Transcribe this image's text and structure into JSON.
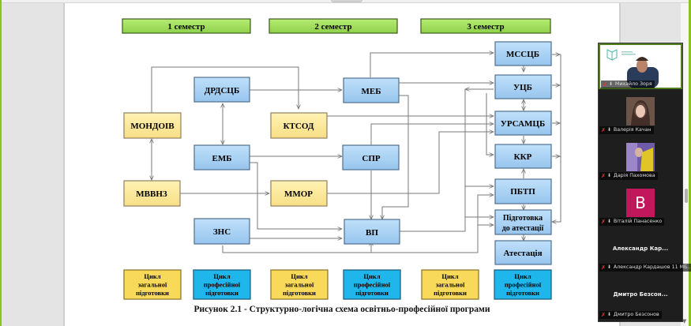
{
  "document": {
    "semesters": [
      "1 семестр",
      "2 семестр",
      "3 семестр"
    ],
    "nodes": {
      "mondoiv": "МОНДОІВ",
      "drdscb": "ДРДСЦБ",
      "ktsod": "КТСОД",
      "meb": "МЕБ",
      "emb": "ЕМБ",
      "spr": "СПР",
      "mvvnz": "МВВНЗ",
      "mmor": "ММОР",
      "zns": "ЗНС",
      "vp": "ВП",
      "msscb": "МССЦБ",
      "ucb": "УЦБ",
      "ursamcb": "УРСАМЦБ",
      "kkr": "ККР",
      "pbtp": "ПБТП",
      "prep_line1": "Підготовка",
      "prep_line2": "до атестації",
      "atest": "Атестація"
    },
    "legend": [
      {
        "type": "general",
        "lines": [
          "Цикл",
          "загальної",
          "підготовки"
        ]
      },
      {
        "type": "professional",
        "lines": [
          "Цикл",
          "професійної",
          "підготовки"
        ]
      },
      {
        "type": "general",
        "lines": [
          "Цикл",
          "загальної",
          "підготовки"
        ]
      },
      {
        "type": "professional",
        "lines": [
          "Цикл",
          "професійної",
          "підготовки"
        ]
      },
      {
        "type": "general",
        "lines": [
          "Цикл",
          "загальної",
          "підготовки"
        ]
      },
      {
        "type": "professional",
        "lines": [
          "Цикл",
          "професійної",
          "підготовки"
        ]
      }
    ],
    "caption": "Рисунок 2.1 - Структурно-логічна схема освітньо-професійної програми",
    "colors": {
      "semester_fill": "#9fdc5a",
      "general_fill": "#fbe795",
      "professional_fill": "#a9d1f3",
      "legend_general": "#f9d95a",
      "legend_professional": "#1fb6ec",
      "line": "#7a7a7a"
    }
  },
  "participants": [
    {
      "name": "Михайло Зоря",
      "label": "Михайло Зоря",
      "active": true,
      "video": true
    },
    {
      "name": "Валерія Качан",
      "label": "Валерія Качан",
      "photo": true
    },
    {
      "name": "Дарія Пахомова",
      "label": "Дарія Пахомова",
      "photo": true
    },
    {
      "name": "Віталій Панасенко",
      "label": "Віталій Панасенко",
      "avatar_letter": "В",
      "avatar_color": "#c2185b"
    },
    {
      "name": "Александр Кар...",
      "label": "Александр Кардашов 11 МБ..."
    },
    {
      "name": "Дмитро Безсон...",
      "label": "Дмитро Безсонов"
    }
  ]
}
